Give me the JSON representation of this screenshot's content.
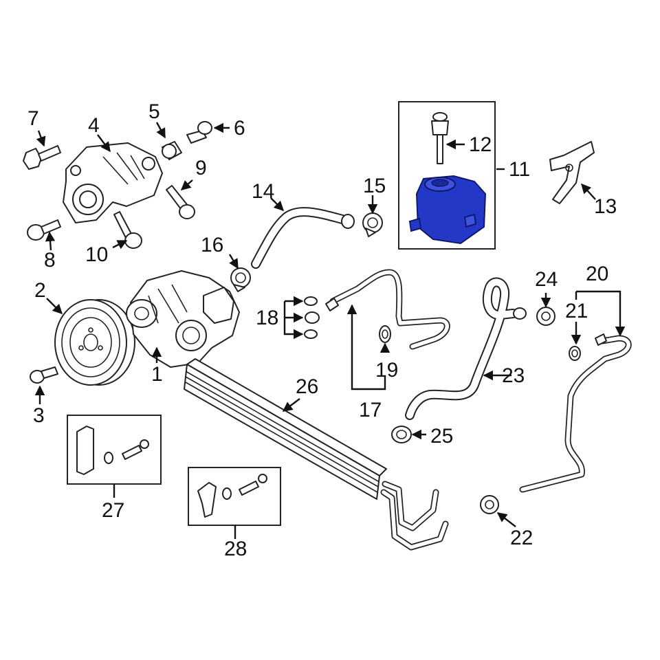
{
  "diagram": {
    "highlight_color": "#2438c8",
    "callouts": [
      {
        "id": "1",
        "text": "1"
      },
      {
        "id": "2",
        "text": "2"
      },
      {
        "id": "3",
        "text": "3"
      },
      {
        "id": "4",
        "text": "4"
      },
      {
        "id": "5",
        "text": "5"
      },
      {
        "id": "6",
        "text": "6"
      },
      {
        "id": "7",
        "text": "7"
      },
      {
        "id": "8",
        "text": "8"
      },
      {
        "id": "9",
        "text": "9"
      },
      {
        "id": "10",
        "text": "10"
      },
      {
        "id": "11",
        "text": "11"
      },
      {
        "id": "12",
        "text": "12"
      },
      {
        "id": "13",
        "text": "13"
      },
      {
        "id": "14",
        "text": "14"
      },
      {
        "id": "15",
        "text": "15"
      },
      {
        "id": "16",
        "text": "16"
      },
      {
        "id": "17",
        "text": "17"
      },
      {
        "id": "18",
        "text": "18"
      },
      {
        "id": "19",
        "text": "19"
      },
      {
        "id": "20",
        "text": "20"
      },
      {
        "id": "21",
        "text": "21"
      },
      {
        "id": "22",
        "text": "22"
      },
      {
        "id": "23",
        "text": "23"
      },
      {
        "id": "24",
        "text": "24"
      },
      {
        "id": "25",
        "text": "25"
      },
      {
        "id": "26",
        "text": "26"
      },
      {
        "id": "27",
        "text": "27"
      },
      {
        "id": "28",
        "text": "28"
      }
    ]
  }
}
